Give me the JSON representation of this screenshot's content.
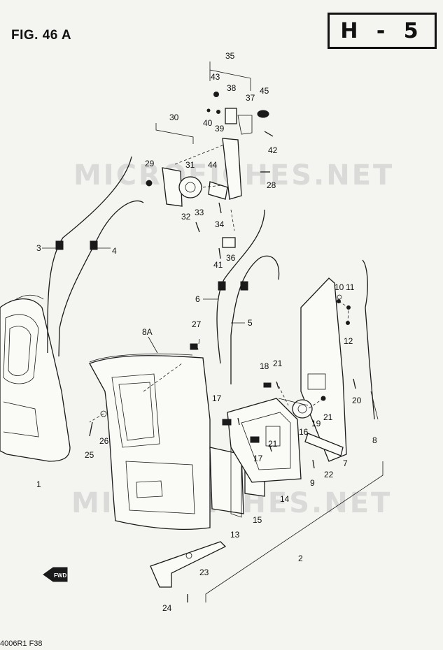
{
  "figure": {
    "title": "FIG. 46 A",
    "page_code": "H - 5"
  },
  "watermarks": [
    "MICROFICHES.NET",
    "MICROFICHES.NET"
  ],
  "footer": {
    "code": "4006R1 F38"
  },
  "fwd_arrow": {
    "label": "FWD"
  },
  "parts": [
    {
      "label": "35"
    },
    {
      "label": "43"
    },
    {
      "label": "38"
    },
    {
      "label": "37"
    },
    {
      "label": "45"
    },
    {
      "label": "40"
    },
    {
      "label": "39"
    },
    {
      "label": "42"
    },
    {
      "label": "30"
    },
    {
      "label": "29"
    },
    {
      "label": "31"
    },
    {
      "label": "44"
    },
    {
      "label": "28"
    },
    {
      "label": "33"
    },
    {
      "label": "32"
    },
    {
      "label": "34"
    },
    {
      "label": "36"
    },
    {
      "label": "41"
    },
    {
      "label": "3"
    },
    {
      "label": "4"
    },
    {
      "label": "6"
    },
    {
      "label": "5"
    },
    {
      "label": "10"
    },
    {
      "label": "11"
    },
    {
      "label": "12"
    },
    {
      "label": "8A"
    },
    {
      "label": "27"
    },
    {
      "label": "18"
    },
    {
      "label": "21"
    },
    {
      "label": "17"
    },
    {
      "label": "20"
    },
    {
      "label": "19"
    },
    {
      "label": "21"
    },
    {
      "label": "16"
    },
    {
      "label": "8"
    },
    {
      "label": "25"
    },
    {
      "label": "26"
    },
    {
      "label": "21"
    },
    {
      "label": "17"
    },
    {
      "label": "22"
    },
    {
      "label": "7"
    },
    {
      "label": "9"
    },
    {
      "label": "1"
    },
    {
      "label": "14"
    },
    {
      "label": "15"
    },
    {
      "label": "13"
    },
    {
      "label": "2"
    },
    {
      "label": "23"
    },
    {
      "label": "24"
    }
  ]
}
